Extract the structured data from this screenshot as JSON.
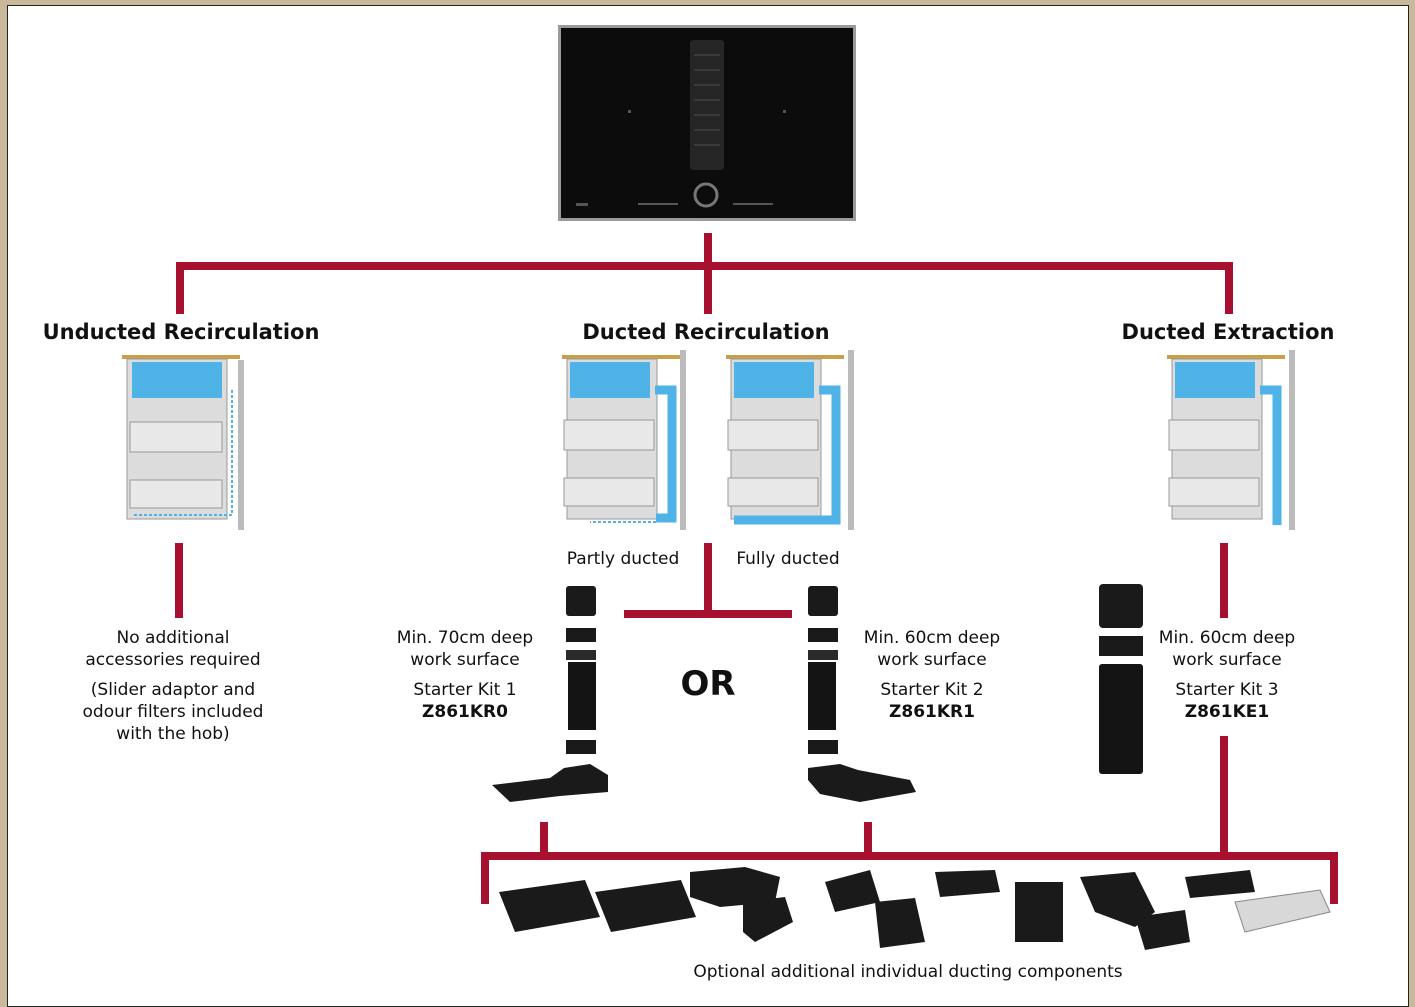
{
  "columns": {
    "left": {
      "heading": "Unducted Recirculation",
      "note_line1": "No additional",
      "note_line2": "accessories required",
      "note2_line1": "(Slider adaptor and",
      "note2_line2": "odour filters included",
      "note2_line3": "with the hob)"
    },
    "middle": {
      "heading": "Ducted Recirculation",
      "partly_label": "Partly ducted",
      "fully_label": "Fully ducted",
      "or_label": "OR",
      "kit1": {
        "surface_line1": "Min. 70cm deep",
        "surface_line2": "work surface",
        "kit_name": "Starter Kit 1",
        "kit_code": "Z861KR0"
      },
      "kit2": {
        "surface_line1": "Min. 60cm deep",
        "surface_line2": "work surface",
        "kit_name": "Starter Kit 2",
        "kit_code": "Z861KR1"
      }
    },
    "right": {
      "heading": "Ducted Extraction",
      "kit3": {
        "surface_line1": "Min. 60cm deep",
        "surface_line2": "work surface",
        "kit_name": "Starter Kit 3",
        "kit_code": "Z861KE1"
      }
    }
  },
  "footer": {
    "optional_label": "Optional additional individual ducting components"
  },
  "colors": {
    "connector": "#a8102f",
    "airflow": "#4fb3e8",
    "component": "#1a1a1a"
  }
}
